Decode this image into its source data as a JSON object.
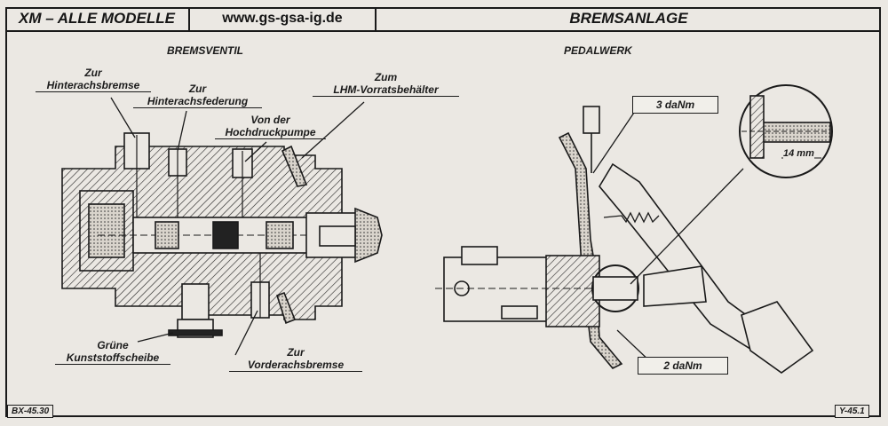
{
  "header": {
    "model": "XM – ALLE MODELLE",
    "website": "www.gs-gsa-ig.de",
    "section": "BREMSANLAGE"
  },
  "left_panel": {
    "title": "BREMSVENTIL",
    "labels": {
      "rear_brake": [
        "Zur",
        "Hinterachsbremse"
      ],
      "rear_suspension": [
        "Zur",
        "Hinterachsfederung"
      ],
      "hp_pump": [
        "Von der",
        "Hochdruckpumpe"
      ],
      "lhm_tank": [
        "Zum",
        "LHM-Vorratsbehälter"
      ],
      "green_washer": [
        "Grüne",
        "Kunststoffscheibe"
      ],
      "front_brake": [
        "Zur",
        "Vorderachsbremse"
      ]
    },
    "ref": "BX-45.30"
  },
  "right_panel": {
    "title": "PEDALWERK",
    "torque_top": "3 daNm",
    "torque_bottom": "2 daNm",
    "detail_dim": "14 mm",
    "ref": "Y-45.1"
  }
}
